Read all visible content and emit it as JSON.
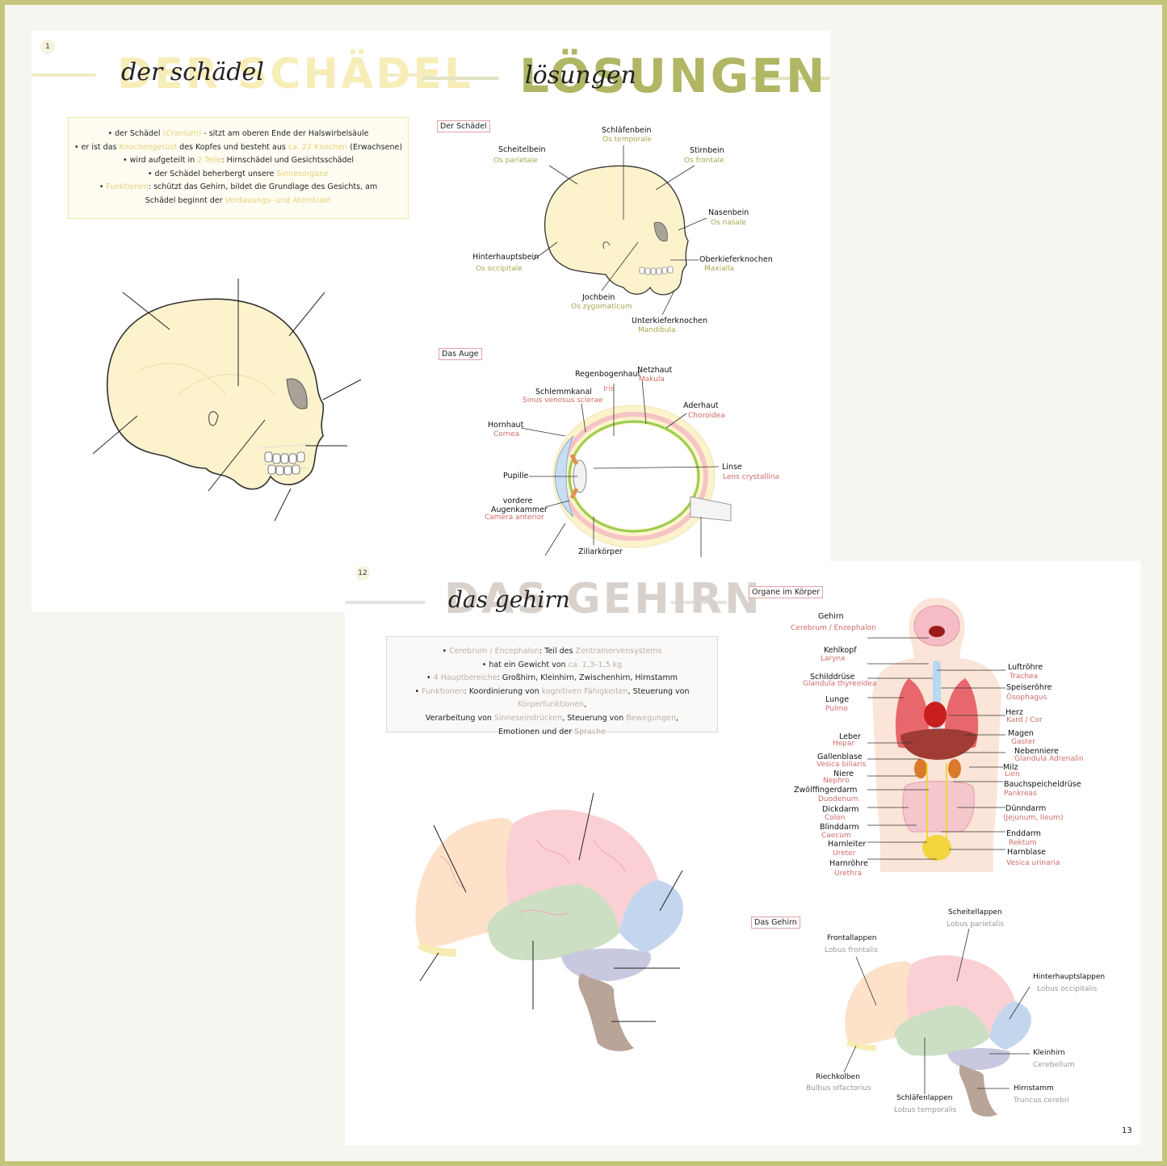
{
  "colors": {
    "frame": "#c3c67a",
    "bg": "#f6f5f0",
    "skull": "#fcf3cc",
    "green_title": "#b0b664",
    "label_green": "#a7a54e",
    "label_red": "#d16b6b"
  },
  "page1": {
    "number": "1",
    "title": "DER SCHÄDEL",
    "title_script": "der schädel",
    "bullets": [
      {
        "parts": [
          "• der Schädel ",
          "(Cranium)",
          " - sitzt am oberen Ende der Halswirbelsäule"
        ]
      },
      {
        "parts": [
          "• er ist das ",
          "Knochengerüst",
          " des Kopfes und besteht aus ",
          "ca. 22 Knochen",
          " (Erwachsene)"
        ]
      },
      {
        "parts": [
          "• wird aufgeteilt in ",
          "2 Teile",
          ": Hirnschädel und Gesichtsschädel"
        ]
      },
      {
        "parts": [
          "• der Schädel beherbergt unsere ",
          "Sinnesorgane"
        ]
      },
      {
        "parts": [
          "• ",
          "Funktionen",
          ": schützt das Gehirn, bildet die Grundlage des Gesichts, am"
        ]
      },
      {
        "parts": [
          "Schädel beginnt der ",
          "Verdauungs- und Atemtrakt"
        ]
      }
    ]
  },
  "solutions": {
    "title": "LÖSUNGEN",
    "title_script": "lösungen",
    "skull_tag": "Der Schädel",
    "skull_labels": [
      {
        "de": "Schläfenbein",
        "lat": "Os temporale"
      },
      {
        "de": "Scheitelbein",
        "lat": "Os parietale"
      },
      {
        "de": "Stirnbein",
        "lat": "Os frontale"
      },
      {
        "de": "Nasenbein",
        "lat": "Os nasale"
      },
      {
        "de": "Oberkieferknochen",
        "lat": "Maxialla"
      },
      {
        "de": "Hinterhauptsbein",
        "lat": "Os occipitale"
      },
      {
        "de": "Jochbein",
        "lat": "Os zygomaticum"
      },
      {
        "de": "Unterkieferknochen",
        "lat": "Mandibula"
      }
    ],
    "eye_tag": "Das Auge",
    "eye_labels": [
      {
        "de": "Regenbogenhaut",
        "lat": "Iris"
      },
      {
        "de": "Netzhaut",
        "lat": "Makula"
      },
      {
        "de": "Schlemmkanal",
        "lat": "Sinus venosus sclerae"
      },
      {
        "de": "Aderhaut",
        "lat": "Choroidea"
      },
      {
        "de": "Hornhaut",
        "lat": "Cornea"
      },
      {
        "de": "Pupille",
        "lat": ""
      },
      {
        "de": "Linse",
        "lat": "Lens crystallina"
      },
      {
        "de": "vordere Augenkammer",
        "lat": "Camera anterior"
      },
      {
        "de": "Ziliarkörper",
        "lat": ""
      }
    ]
  },
  "page12": {
    "number": "12",
    "title": "DAS GEHIRN",
    "title_script": "das gehirn",
    "bullets": [
      {
        "parts": [
          "• ",
          "Cerebrum / Encephalon",
          ": Teil des ",
          "Zentralnervensystems"
        ]
      },
      {
        "parts": [
          "• hat ein Gewicht von ",
          "ca. 1,3–1,5 kg"
        ]
      },
      {
        "parts": [
          "• ",
          "4 Hauptbereiche",
          ": Großhirn, Kleinhirn, Zwischenhirn, Hirnstamm"
        ]
      },
      {
        "parts": [
          "• ",
          "Funktionen",
          ": Koordinierung von ",
          "kognitiven Fähigkeiten",
          ", Steuerung von ",
          "Körperfunktionen",
          ","
        ]
      },
      {
        "parts": [
          "Verarbeitung von ",
          "Sinneseindrücken",
          ", Steuerung von ",
          "Bewegungen",
          ","
        ]
      },
      {
        "parts": [
          "Emotionen und der ",
          "Sprache"
        ]
      }
    ]
  },
  "page13": {
    "number": "13",
    "organs_tag": "Organe im Körper",
    "organs_left": [
      {
        "de": "Gehirn",
        "lat": "Cerebrum / Enzephalon"
      },
      {
        "de": "Kehlkopf",
        "lat": "Larynx"
      },
      {
        "de": "Schilddrüse",
        "lat": "Glandula thyreoidea"
      },
      {
        "de": "Lunge",
        "lat": "Pulmo"
      },
      {
        "de": "Leber",
        "lat": "Hepar"
      },
      {
        "de": "Gallenblase",
        "lat": "Vesica biliaris"
      },
      {
        "de": "Niere",
        "lat": "Nephro"
      },
      {
        "de": "Zwölffingerdarm",
        "lat": "Duodenum"
      },
      {
        "de": "Dickdarm",
        "lat": "Colon"
      },
      {
        "de": "Blinddarm",
        "lat": "Caecum"
      },
      {
        "de": "Harnleiter",
        "lat": "Ureter"
      },
      {
        "de": "Harnröhre",
        "lat": "Urethra"
      }
    ],
    "organs_right": [
      {
        "de": "Luftröhre",
        "lat": "Trachea"
      },
      {
        "de": "Speiseröhre",
        "lat": "Ösophagus"
      },
      {
        "de": "Herz",
        "lat": "Kard / Cor"
      },
      {
        "de": "Magen",
        "lat": "Gaster"
      },
      {
        "de": "Nebenniere",
        "lat": "Glandula Adrenalin"
      },
      {
        "de": "Milz",
        "lat": "Lien"
      },
      {
        "de": "Bauchspeicheldrüse",
        "lat": "Pankreas"
      },
      {
        "de": "Dünndarm",
        "lat": "(Jejunum, Ileum)"
      },
      {
        "de": "Enddarm",
        "lat": "Rektum"
      },
      {
        "de": "Harnblase",
        "lat": "Vesica urinaria"
      }
    ],
    "brain_tag": "Das Gehirn",
    "brain_labels": [
      {
        "de": "Scheitellappen",
        "lat": "Lobus parietalis"
      },
      {
        "de": "Frontallappen",
        "lat": "Lobus frontalis"
      },
      {
        "de": "Hinterhauptslappen",
        "lat": "Lobus occipitalis"
      },
      {
        "de": "Kleinhirn",
        "lat": "Cerebellum"
      },
      {
        "de": "Riechkolben",
        "lat": "Bulbus olfactorius"
      },
      {
        "de": "Schläfenlappen",
        "lat": "Lobus temporalis"
      },
      {
        "de": "Hirnstamm",
        "lat": "Truncus cerebri"
      }
    ]
  }
}
